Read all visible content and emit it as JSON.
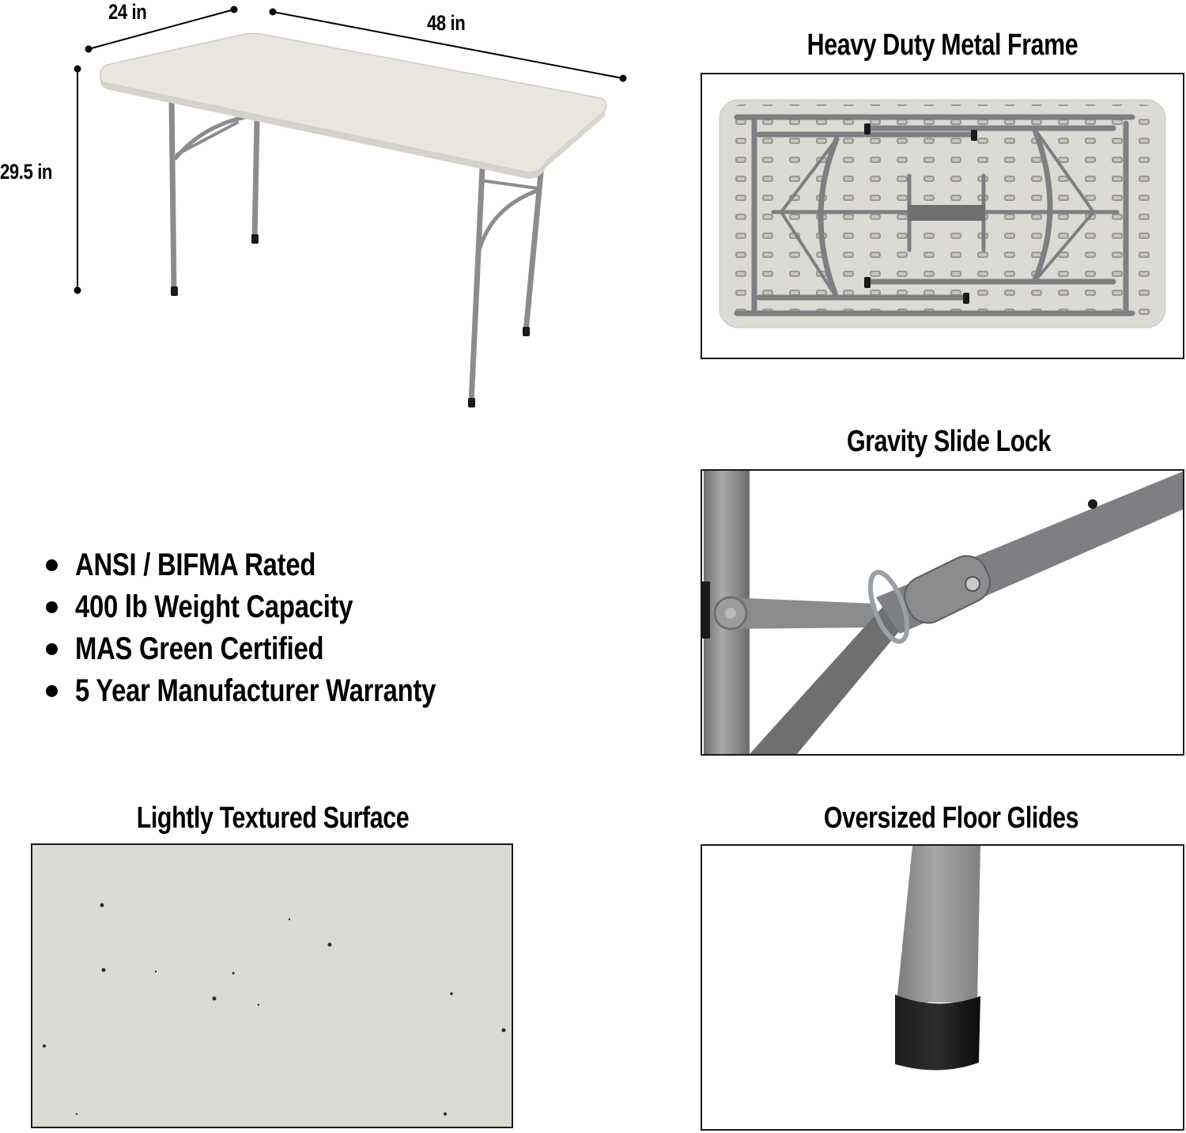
{
  "dimensions": {
    "width_label": "24 in",
    "length_label": "48 in",
    "height_label": "29.5 in"
  },
  "features": [
    {
      "label": "ANSI / BIFMA Rated"
    },
    {
      "label": "400 lb Weight Capacity"
    },
    {
      "label": "MAS Green Certified"
    },
    {
      "label": "5 Year Manufacturer Warranty"
    }
  ],
  "panels": {
    "frame": {
      "title": "Heavy Duty Metal Frame"
    },
    "lock": {
      "title": "Gravity Slide Lock"
    },
    "surface": {
      "title": "Lightly Textured Surface"
    },
    "glides": {
      "title": "Oversized Floor Glides"
    }
  },
  "colors": {
    "tabletop": "#e9e6df",
    "frame_metal": "#8a8c8e",
    "dark_metal": "#6e6f71",
    "surface_texture": "#dcdad4",
    "glide_black": "#111111",
    "border": "#1a1a1a"
  }
}
